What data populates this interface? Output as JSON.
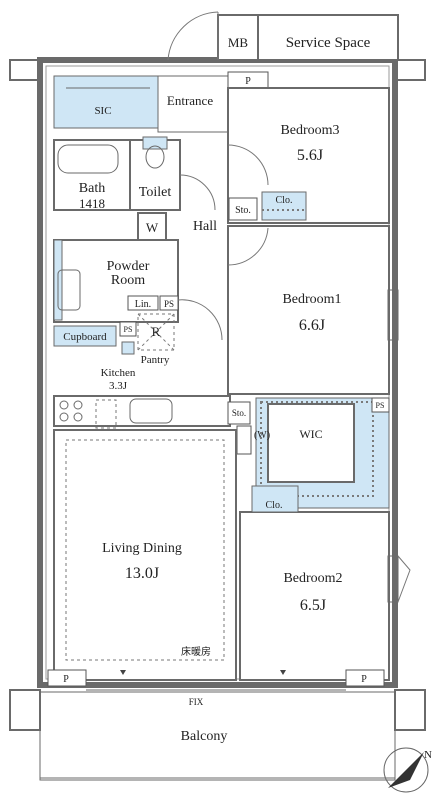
{
  "rooms": {
    "mb": "MB",
    "service_space": "Service Space",
    "sic": "SIC",
    "entrance": "Entrance",
    "bedroom3": {
      "name": "Bedroom3",
      "size": "5.6J"
    },
    "bath": {
      "name": "Bath",
      "size": "1418"
    },
    "toilet": "Toilet",
    "washer": "W",
    "hall": "Hall",
    "powder_room": {
      "line1": "Powder",
      "line2": "Room"
    },
    "bedroom1": {
      "name": "Bedroom1",
      "size": "6.6J"
    },
    "lin": "Lin.",
    "r": "R",
    "cupboard": "Cupboard",
    "pantry": "Pantry",
    "kitchen": {
      "name": "Kitchen",
      "size": "3.3J"
    },
    "wic": "WIC",
    "wic_w": "(W)",
    "living_dining": {
      "name": "Living Dining",
      "size": "13.0J"
    },
    "floor_heating": "床暖房",
    "bedroom2": {
      "name": "Bedroom2",
      "size": "6.5J"
    },
    "balcony": "Balcony",
    "fix": "FIX",
    "compass": "N"
  },
  "labels": {
    "sto": "Sto.",
    "clo": "Clo.",
    "ps": "PS",
    "p": "P"
  }
}
